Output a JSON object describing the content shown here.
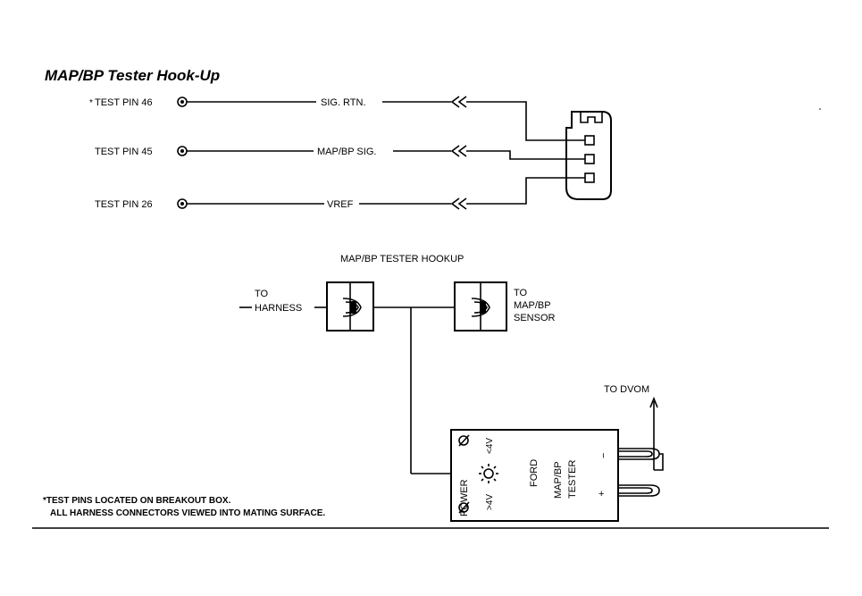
{
  "title": "MAP/BP Tester Hook-Up",
  "pins": [
    {
      "label": "TEST PIN 46",
      "prefix": "*",
      "signal": "SIG. RTN."
    },
    {
      "label": "TEST PIN 45",
      "prefix": "",
      "signal": "MAP/BP SIG."
    },
    {
      "label": "TEST PIN 26",
      "prefix": "",
      "signal": "VREF"
    }
  ],
  "hookup_title": "MAP/BP TESTER HOOKUP",
  "to_harness": {
    "line1": "TO",
    "line2": "HARNESS"
  },
  "to_sensor": {
    "line1": "TO",
    "line2": "MAP/BP",
    "line3": "SENSOR"
  },
  "to_dvom": "TO DVOM",
  "tester": {
    "power": "POWER",
    "gt4v": ">4V",
    "lt4v": "<4V",
    "brand": "FORD",
    "line2": "MAP/BP",
    "line3": "TESTER",
    "minus": "−",
    "plus": "+"
  },
  "footnote": {
    "line1": "*TEST PINS LOCATED ON BREAKOUT BOX.",
    "line2": "ALL HARNESS CONNECTORS VIEWED INTO MATING SURFACE."
  }
}
